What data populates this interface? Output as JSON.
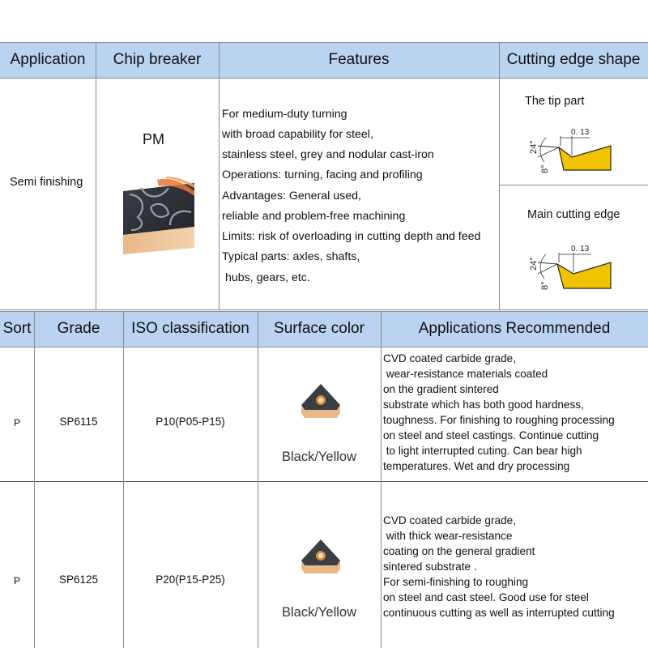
{
  "table1": {
    "headers": [
      "Application",
      "Chip breaker",
      "Features",
      "Cutting edge shape"
    ],
    "application": "Semi finishing",
    "chip_breaker": "PM",
    "features": [
      "For medium-duty turning",
      "with broad capability for steel,",
      "stainless steel, grey and nodular cast-iron",
      "Operations: turning, facing and profiling",
      "Advantages: General used,",
      "reliable and problem-free machining",
      "Limits: risk of overloading in cutting depth and feed",
      "Typical parts: axles, shafts,",
      " hubs, gears, etc."
    ],
    "edge_shapes": [
      {
        "title": "The tip part",
        "angle_top": "24°",
        "angle_bottom": "8°",
        "land": "0. 13"
      },
      {
        "title": "Main cutting edge",
        "angle_top": "24°",
        "angle_bottom": "8°",
        "land": "0. 13"
      }
    ],
    "colors": {
      "header_bg": "#b9d3f0",
      "edge_fill": "#f2c300"
    }
  },
  "table2": {
    "headers": [
      "Sort",
      "Grade",
      "ISO classification",
      "Surface color",
      "Applications Recommended"
    ],
    "rows": [
      {
        "sort": "P",
        "grade": "SP6115",
        "iso": "P10(P05-P15)",
        "surface": "Black/Yellow",
        "applications": [
          "CVD coated carbide grade,",
          " wear-resistance materials coated",
          "on the gradient sintered",
          "substrate which has both good hardness,",
          "toughness. For finishing to roughing processing",
          "on steel and steel castings. Continue cutting",
          " to light interrupted cuting. Can bear high",
          "temperatures. Wet and dry processing"
        ]
      },
      {
        "sort": "P",
        "grade": "SP6125",
        "iso": "P20(P15-P25)",
        "surface": "Black/Yellow",
        "applications": [
          "CVD coated carbide grade,",
          " with thick wear-resistance",
          "coating on the general gradient",
          "sintered substrate .",
          "For semi-finishing to roughing",
          "on steel and cast steel. Good use for steel",
          "continuous cutting as well as interrupted cutting"
        ]
      }
    ]
  }
}
